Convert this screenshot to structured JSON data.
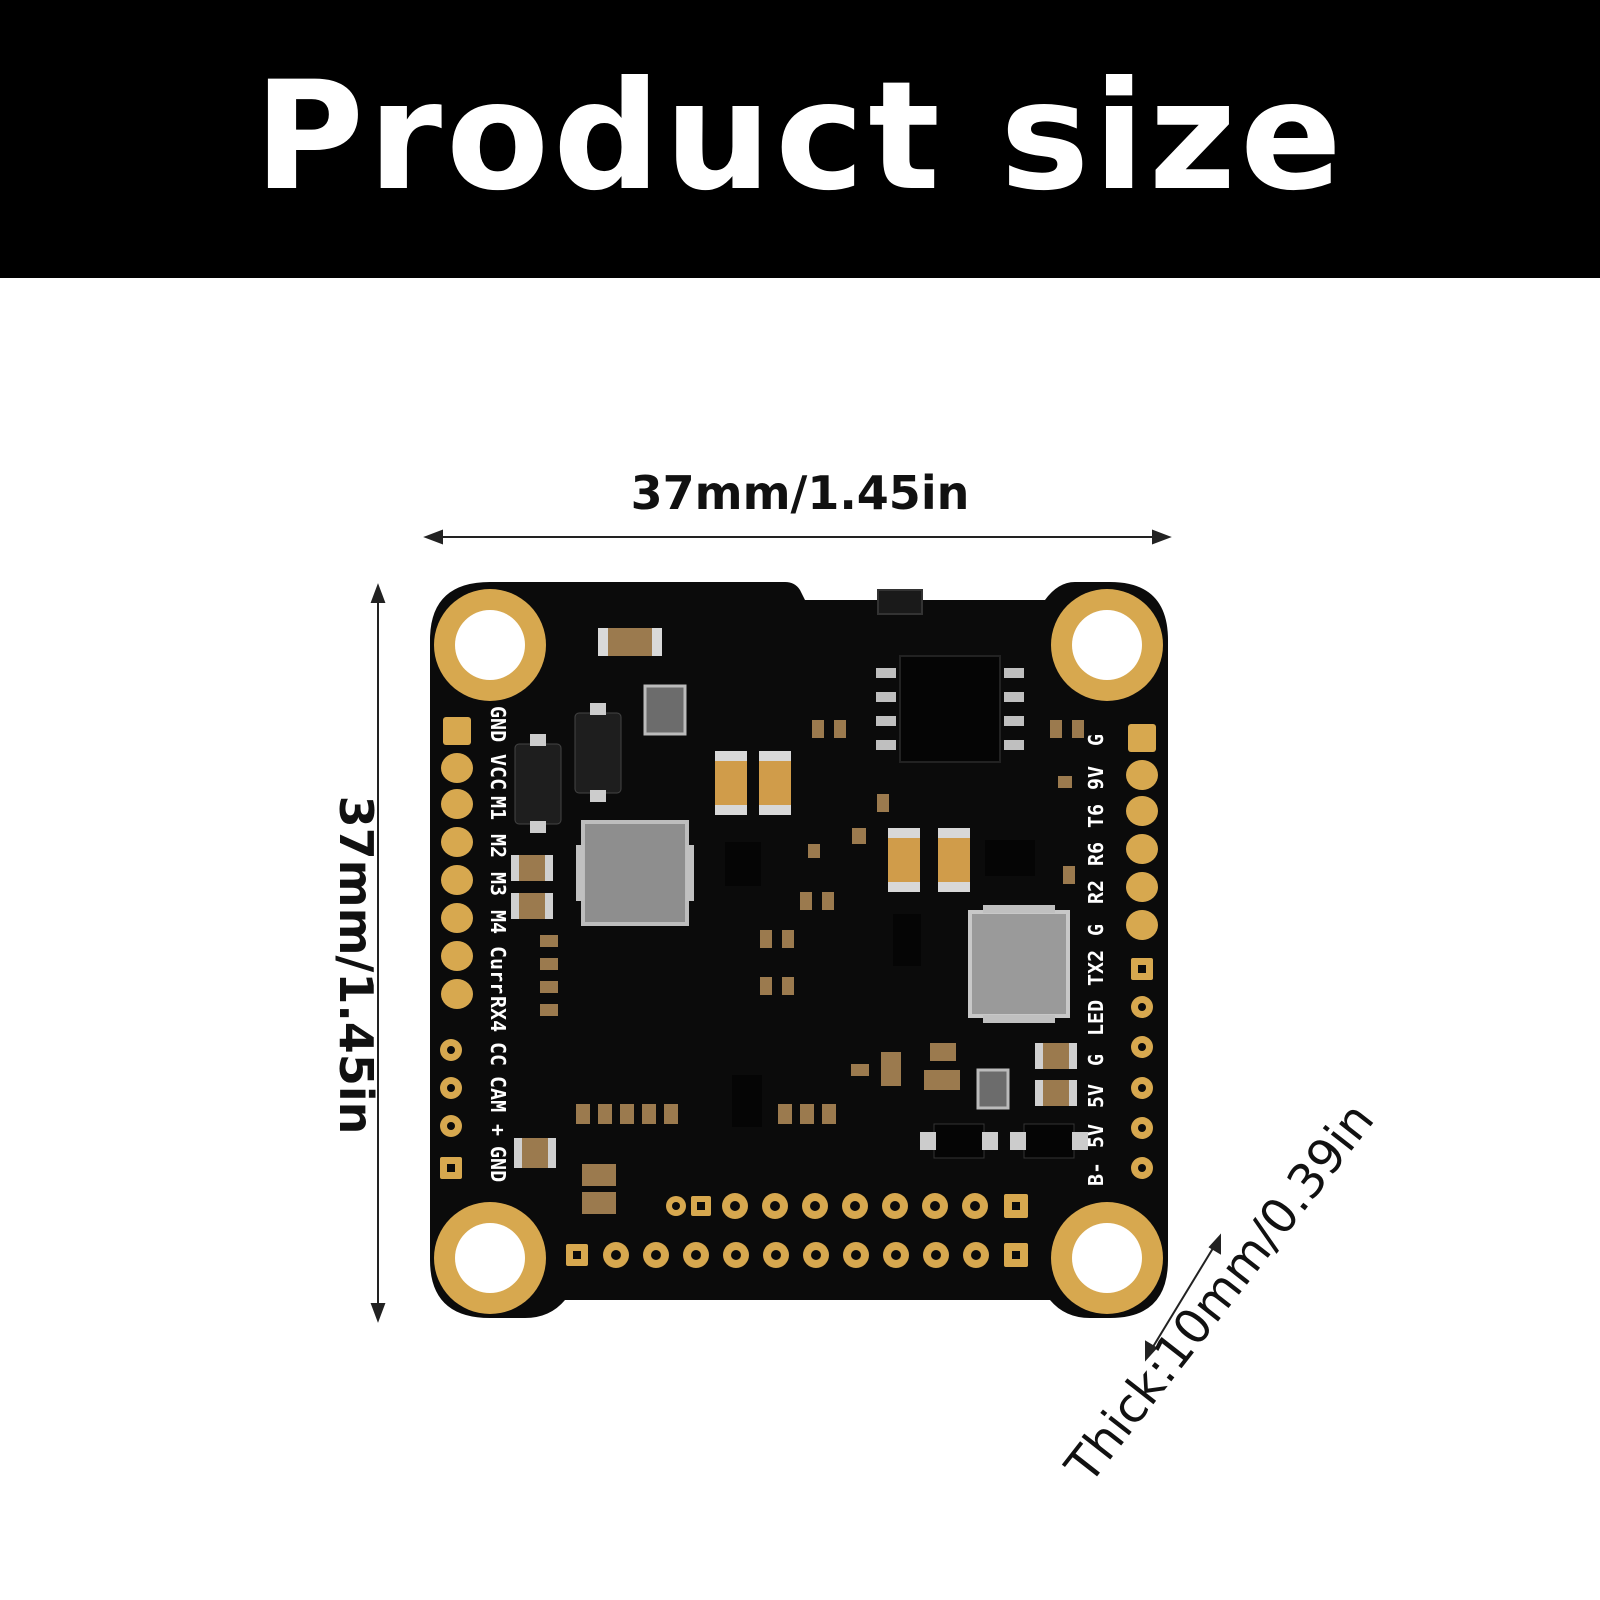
{
  "banner": {
    "title": "Product size"
  },
  "dimensions": {
    "width": "37mm/1.45in",
    "height": "37mm/1.45in",
    "thickness": "Thick:10mm/0.39in"
  },
  "board": {
    "left_pins": [
      "GND",
      "VCC",
      "M1",
      "M2",
      "M3",
      "M4",
      "Curr",
      "RX4",
      "CC",
      "CAM",
      "+",
      "GND"
    ],
    "right_pins": [
      "G",
      "9V",
      "T6",
      "R6",
      "R2",
      "G",
      "TX2",
      "LED",
      "G",
      "5V",
      "5V",
      "B-"
    ],
    "colors": {
      "pcb": "#0b0b0b",
      "gold": "#d7a84f",
      "background": "#ffffff",
      "banner": "#000000"
    }
  }
}
